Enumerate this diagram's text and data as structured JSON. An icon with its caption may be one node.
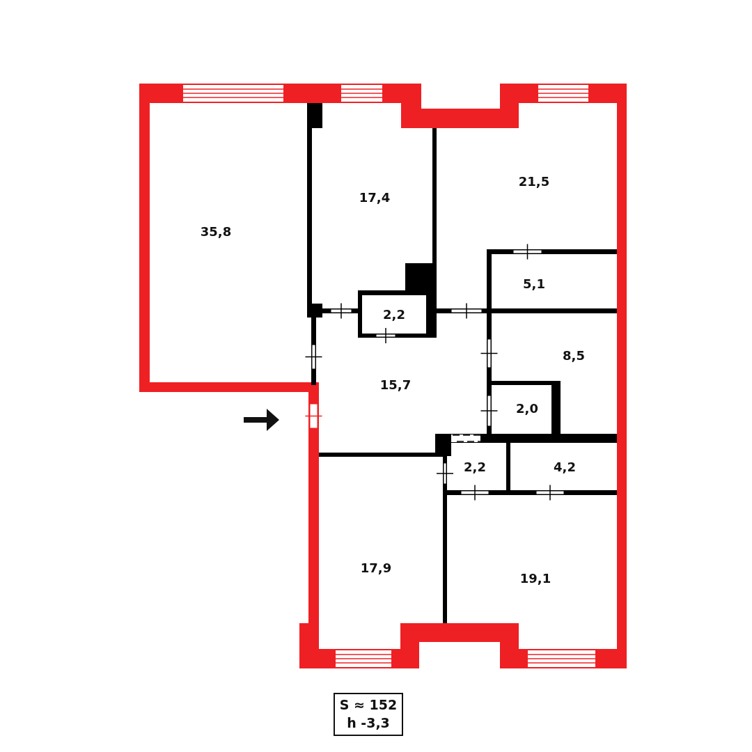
{
  "diagram": {
    "nodes": [
      {
        "text": [
          "S ≈ 152",
          "h -3,3"
        ]
      }
    ],
    "labels": [
      "35,8",
      "17,4",
      "21,5",
      "5,1",
      "2,2",
      "8,5",
      "15,7",
      "2,0",
      "2,2",
      "4,2",
      "17,9",
      "19,1"
    ]
  }
}
